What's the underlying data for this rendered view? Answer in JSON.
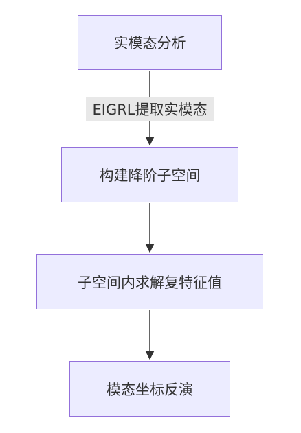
{
  "diagram": {
    "nodes": [
      {
        "id": "n1",
        "label": "实模态分析"
      },
      {
        "id": "n2",
        "label": "构建降阶子空间"
      },
      {
        "id": "n3",
        "label": "子空间内求解复特征值"
      },
      {
        "id": "n4",
        "label": "模态坐标反演"
      }
    ],
    "edges": [
      {
        "from": "n1",
        "to": "n2",
        "label": "EIGRL提取实模态"
      },
      {
        "from": "n2",
        "to": "n3",
        "label": ""
      },
      {
        "from": "n3",
        "to": "n4",
        "label": ""
      }
    ]
  },
  "colors": {
    "node_fill": "#ECECFF",
    "node_border": "#9370DB",
    "edge": "#333333",
    "edge_label_bg": "#E8E8E8",
    "text": "#333333"
  }
}
